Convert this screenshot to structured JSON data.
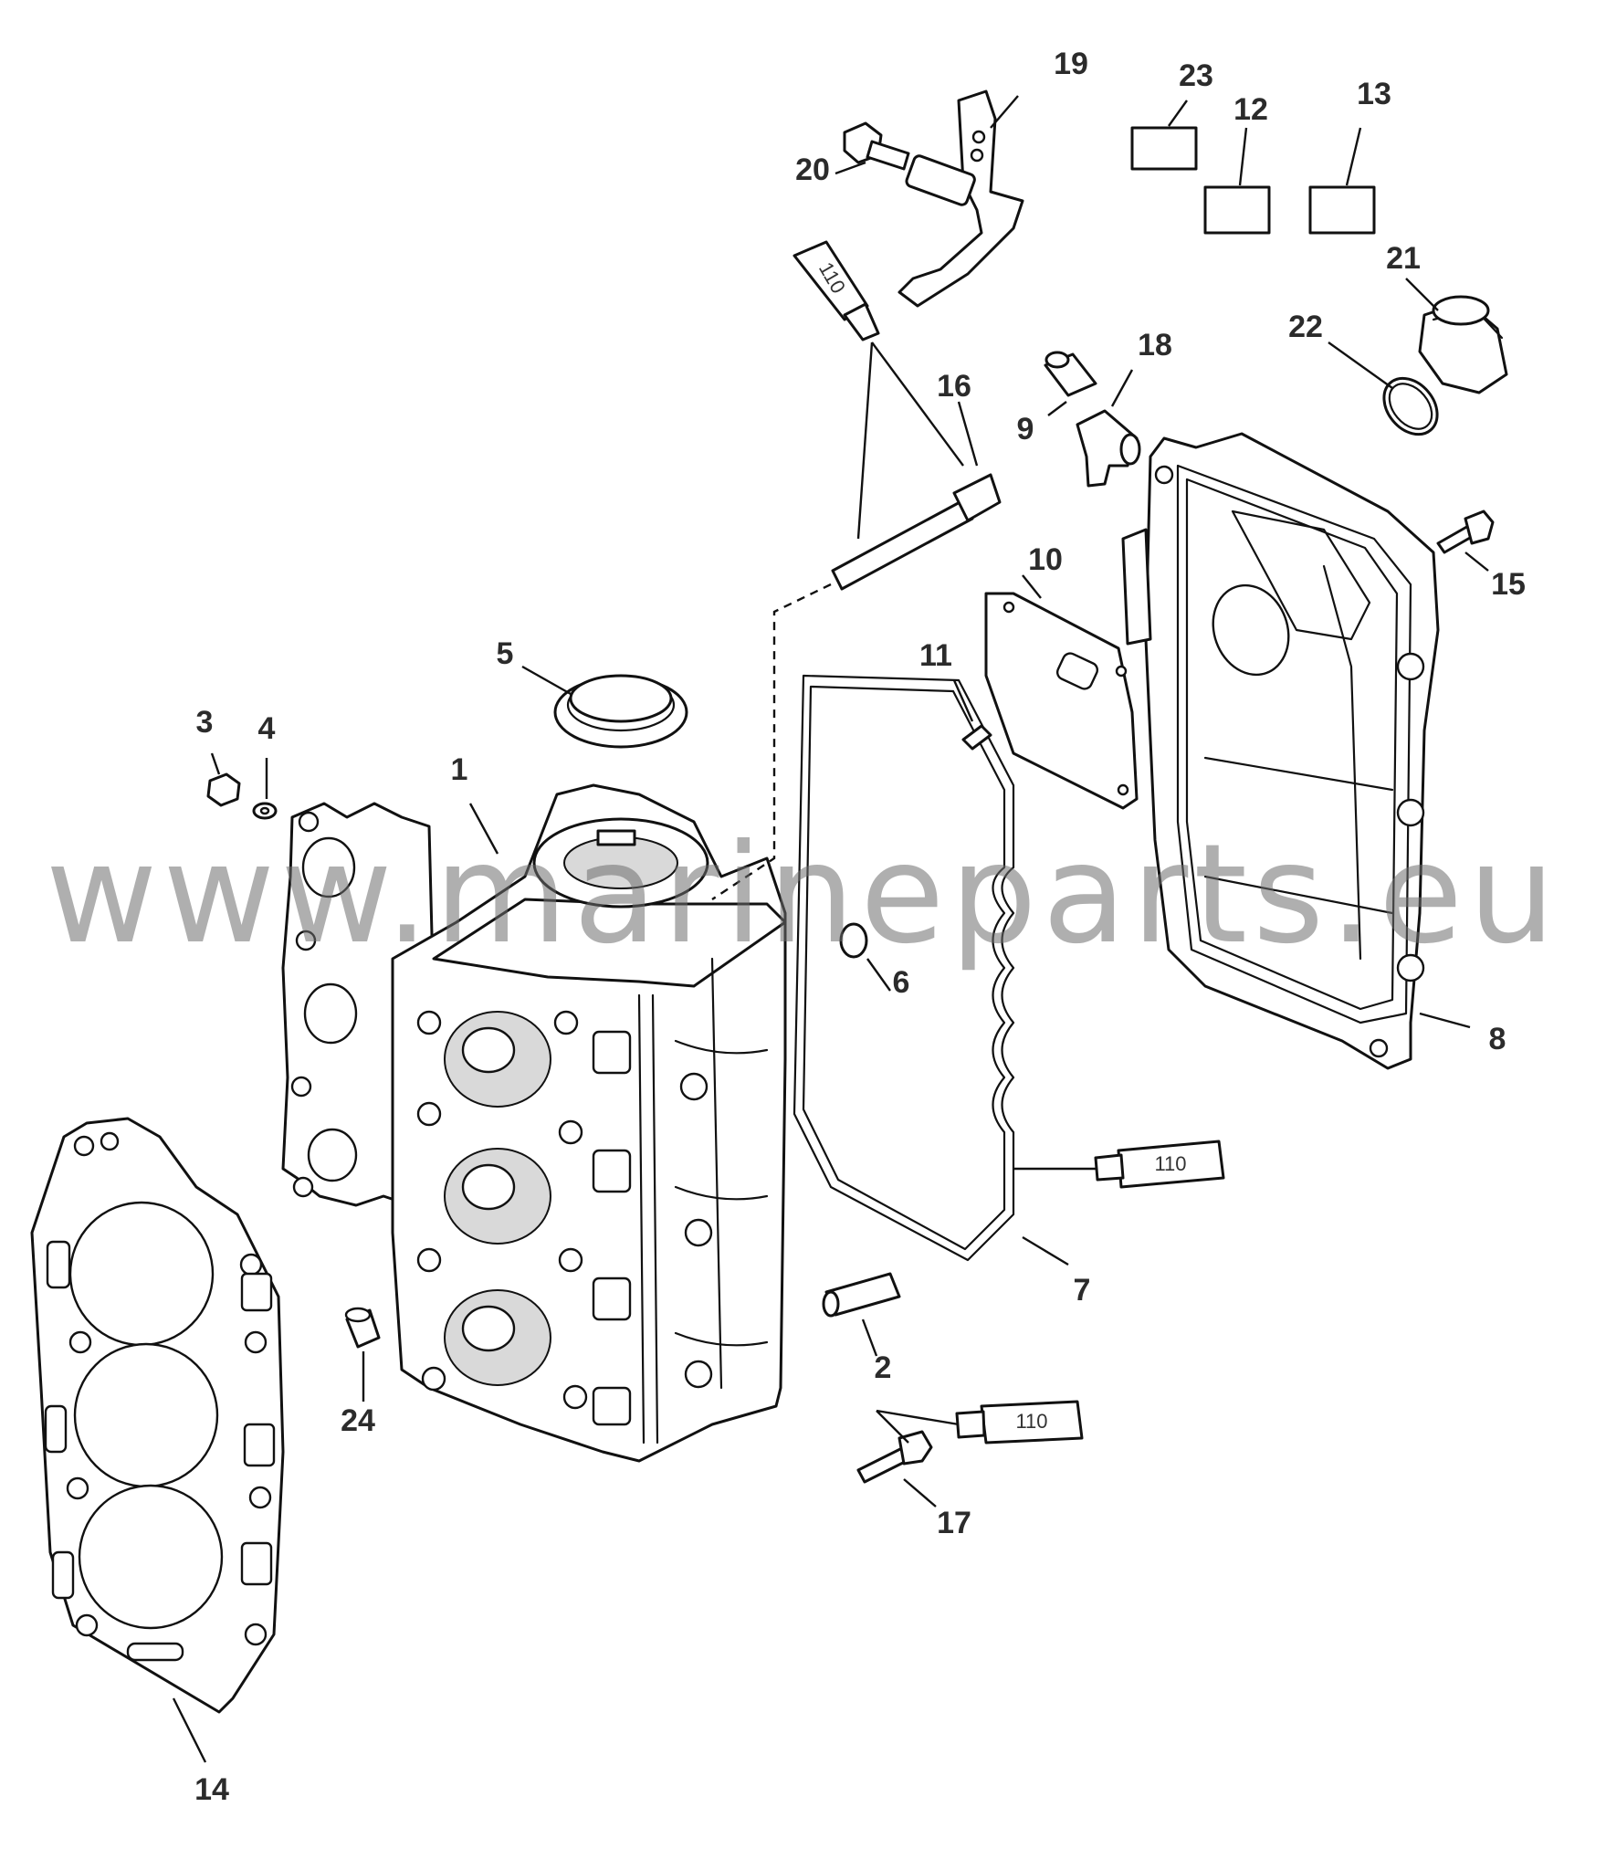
{
  "callouts": [
    {
      "id": "1",
      "label": "1"
    },
    {
      "id": "2",
      "label": "2"
    },
    {
      "id": "3",
      "label": "3"
    },
    {
      "id": "4",
      "label": "4"
    },
    {
      "id": "5",
      "label": "5"
    },
    {
      "id": "6",
      "label": "6"
    },
    {
      "id": "7",
      "label": "7"
    },
    {
      "id": "8",
      "label": "8"
    },
    {
      "id": "9",
      "label": "9"
    },
    {
      "id": "10",
      "label": "10"
    },
    {
      "id": "11",
      "label": "11"
    },
    {
      "id": "12",
      "label": "12"
    },
    {
      "id": "13",
      "label": "13"
    },
    {
      "id": "14",
      "label": "14"
    },
    {
      "id": "15",
      "label": "15"
    },
    {
      "id": "16",
      "label": "16"
    },
    {
      "id": "17",
      "label": "17"
    },
    {
      "id": "18",
      "label": "18"
    },
    {
      "id": "19",
      "label": "19"
    },
    {
      "id": "20",
      "label": "20"
    },
    {
      "id": "21",
      "label": "21"
    },
    {
      "id": "22",
      "label": "22"
    },
    {
      "id": "23",
      "label": "23"
    },
    {
      "id": "24",
      "label": "24"
    }
  ],
  "sealant_tubes": [
    {
      "id": "tube-top",
      "label": "110"
    },
    {
      "id": "tube-right",
      "label": "110"
    },
    {
      "id": "tube-bottom",
      "label": "110"
    }
  ],
  "watermark": "www.marineparts.eu",
  "colors": {
    "line": "#111111",
    "label": "#2b2b2b",
    "watermark": "#6e6e6e",
    "background": "#ffffff"
  }
}
